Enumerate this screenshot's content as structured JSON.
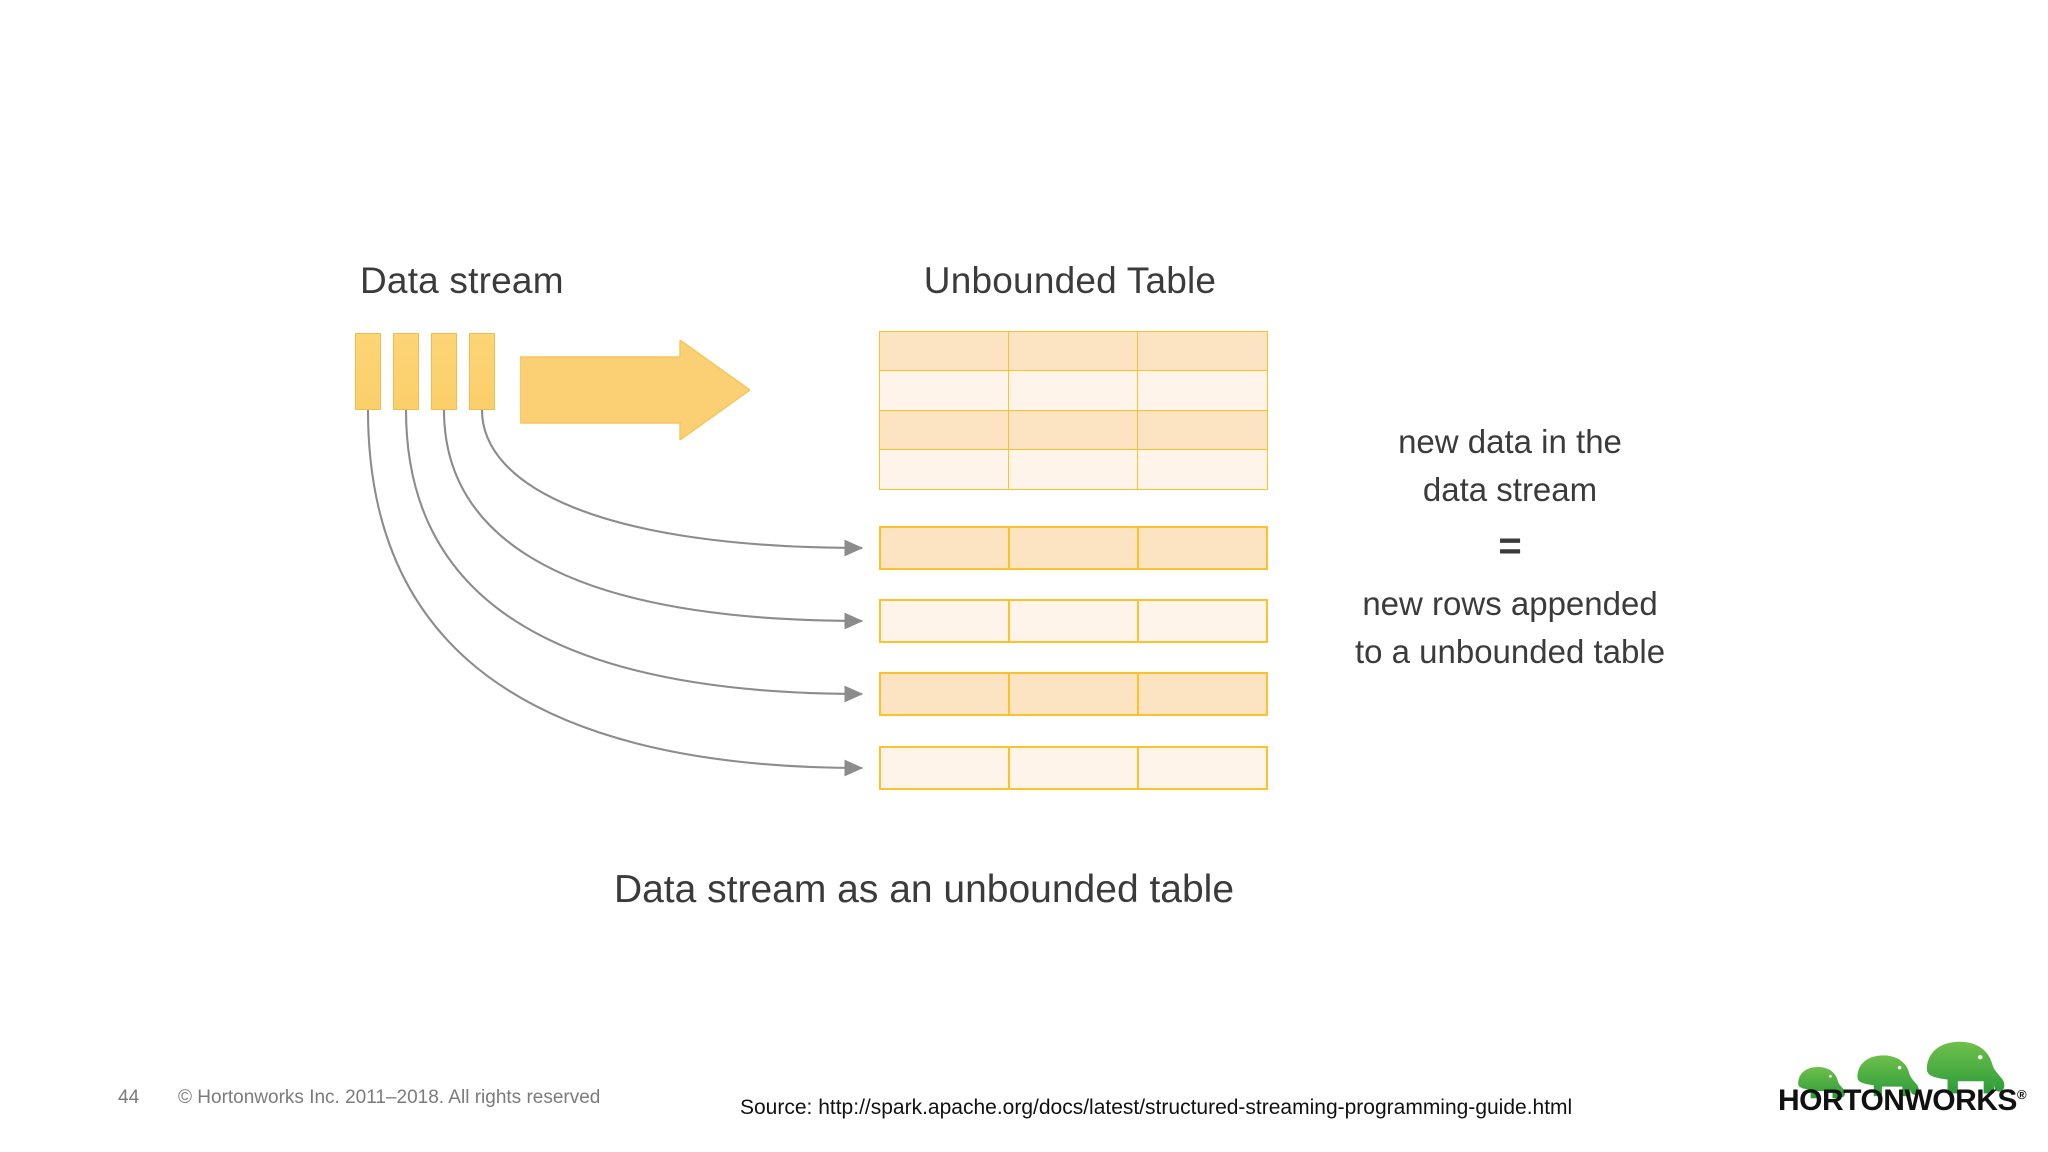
{
  "slide": {
    "page_number": "44",
    "copyright": "© Hortonworks Inc. 2011–2018. All rights reserved",
    "caption": "Data stream as an unbounded table",
    "source": "Source: http://spark.apache.org/docs/latest/structured-streaming-programming-guide.html"
  },
  "headings": {
    "left": "Data stream",
    "right": "Unbounded Table"
  },
  "explanation": {
    "top_line_1": "new data in the",
    "top_line_2": "data stream",
    "equals": "=",
    "bottom_line_1": "new rows appended",
    "bottom_line_2": "to a unbounded table"
  },
  "logo": {
    "wordmark": "HORTONWORKS",
    "registered": "®"
  },
  "colors": {
    "bar_fill": "#FBD06B",
    "bar_border": "#F2BD4D",
    "arrow_fill": "#FBD074",
    "arrow_border": "#F6C65B",
    "cell_border": "#FCC22C",
    "cell_dark": "#FCE3C2",
    "cell_light": "#FEF4E9",
    "connector": "#8C8C8C",
    "text": "#3B3B3B",
    "footer_text": "#7B7B7B",
    "logo_green_dark": "#2C9C3B",
    "logo_green_light": "#6FC04A"
  },
  "diagram": {
    "type": "flow-diagram",
    "stream_bars": [
      {
        "id": "bar-1",
        "connects_to": "app-row-4"
      },
      {
        "id": "bar-2",
        "connects_to": "app-row-3"
      },
      {
        "id": "bar-3",
        "connects_to": "app-row-2"
      },
      {
        "id": "bar-4",
        "connects_to": "app-row-1"
      }
    ],
    "main_table": {
      "rows": 4,
      "columns": 3,
      "row_shades": [
        "dark",
        "light",
        "dark",
        "light"
      ]
    },
    "appended_rows": [
      {
        "id": "app-row-1",
        "columns": 3,
        "shade": "dark"
      },
      {
        "id": "app-row-2",
        "columns": 3,
        "shade": "light"
      },
      {
        "id": "app-row-3",
        "columns": 3,
        "shade": "dark"
      },
      {
        "id": "app-row-4",
        "columns": 3,
        "shade": "light"
      }
    ]
  }
}
